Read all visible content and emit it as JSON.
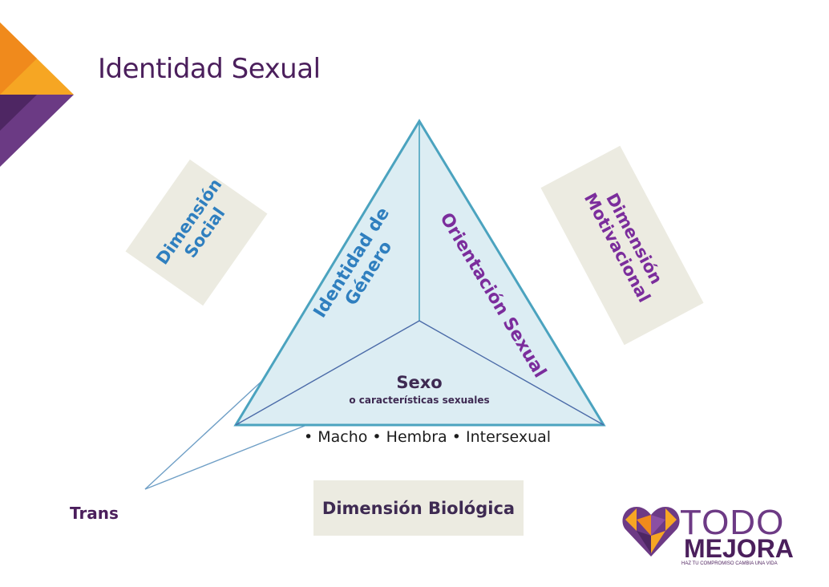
{
  "title": "Identidad Sexual",
  "triangle": {
    "left_label_line1": "Identidad de",
    "left_label_line2": "Género",
    "right_label": "Orientación Sexual",
    "bottom_label": "Sexo",
    "bottom_sublabel": "o características sexuales"
  },
  "bullets": "• Macho •  Hembra • Intersexual",
  "dimensions": {
    "social_line1": "Dimensión",
    "social_line2": "Social",
    "motivational_line1": "Dimensión",
    "motivational_line2": "Motivacional",
    "biological": "Dimensión Biológica"
  },
  "trans_label": "Trans",
  "logo": {
    "line1": "TODO",
    "line2": "MEJORA",
    "tagline": "HAZ TU COMPROMISO CAMBIA UNA VIDA"
  },
  "colors": {
    "triangle_fill": "#dcedf3",
    "triangle_stroke": "#4ba3bf",
    "blue_text": "#2f7fbf",
    "purple_text": "#7b2d9c",
    "dark_purple": "#4b1f5c",
    "box_fill": "#ecebe1"
  }
}
